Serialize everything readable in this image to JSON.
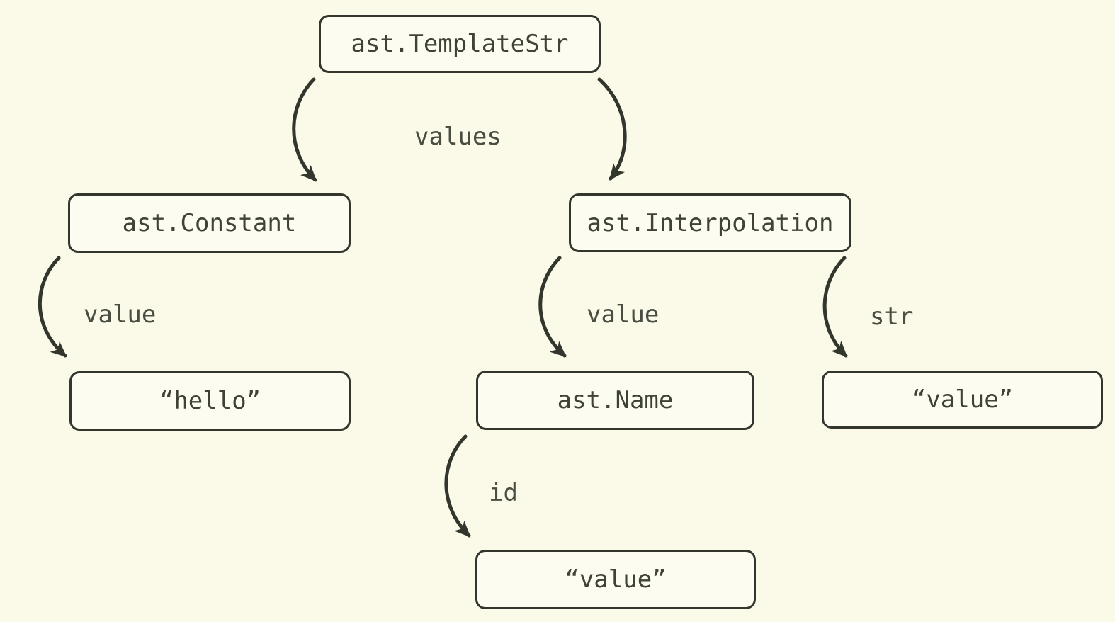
{
  "colors": {
    "background": "#fbfae8",
    "node_fill": "#fdfcf1",
    "stroke": "#33362c",
    "node_text": "#3f4236",
    "label_text": "#4a4d41"
  },
  "nodes": {
    "template_str": "ast.TemplateStr",
    "constant": "ast.Constant",
    "interpolation": "ast.Interpolation",
    "hello_literal": "“hello”",
    "name": "ast.Name",
    "str_literal": "“value”",
    "id_literal": "“value”"
  },
  "edge_labels": {
    "values": "values",
    "constant_value": "value",
    "interpolation_value": "value",
    "interpolation_str": "str",
    "name_id": "id"
  }
}
